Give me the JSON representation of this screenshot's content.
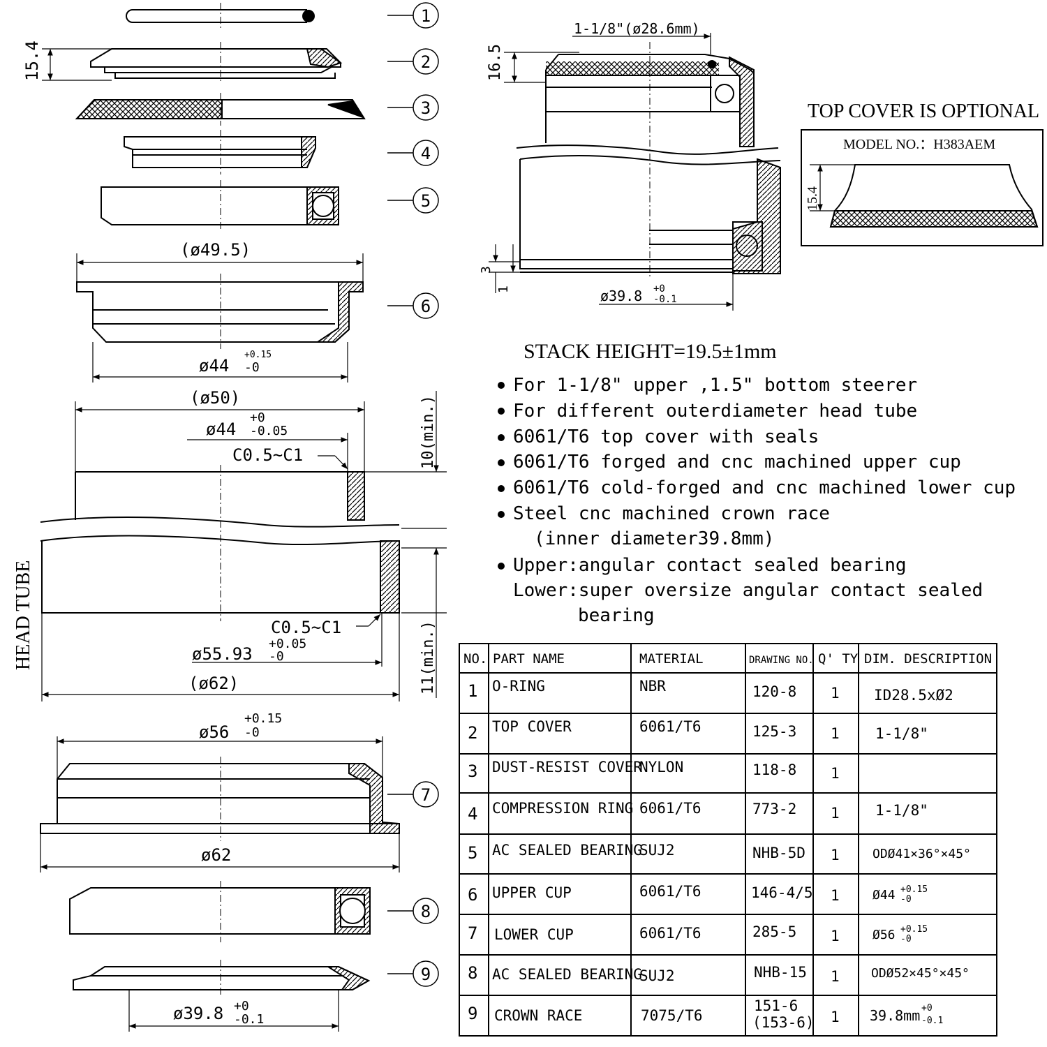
{
  "balloons": [
    "1",
    "2",
    "3",
    "4",
    "5",
    "6",
    "7",
    "8",
    "9"
  ],
  "dims": {
    "top_cover_h": "15.4",
    "upper_cup_od": "(ø49.5)",
    "upper_cup_press": "ø44",
    "upper_cup_tol_up": "+0.15",
    "upper_cup_tol_dn": "-0",
    "head_top_od": "(ø50)",
    "head_top_id": "ø44",
    "head_top_tol_up": "+0",
    "head_top_tol_dn": "-0.05",
    "chamfer": "C0.5~C1",
    "min_top": "10(min.)",
    "min_bottom": "11(min.)",
    "head_bot_id": "ø55.93",
    "head_bot_tol_up": "+0.05",
    "head_bot_tol_dn": "-0",
    "head_bot_od": "(ø62)",
    "head_tube_label": "HEAD TUBE",
    "lower_cup_press": "ø56",
    "lower_cup_tol_up": "+0.15",
    "lower_cup_tol_dn": "-0",
    "lower_cup_od": "ø62",
    "crown_race_id": "ø39.8",
    "crown_race_tol_up": "+0",
    "crown_race_tol_dn": "-0.1",
    "steerer": "1-1/8\"(ø28.6mm)",
    "assembly_h": "16.5",
    "assembly_3": "3",
    "assembly_1": "1",
    "assembly_crown": "ø39.8",
    "assembly_crown_up": "+0",
    "assembly_crown_dn": "-0.1"
  },
  "optional": {
    "title": "TOP COVER IS OPTIONAL",
    "model": "MODEL NO.：H383AEM",
    "height": "15.4"
  },
  "stack_height": "STACK HEIGHT=19.5±1mm",
  "features": [
    "For 1-1/8\" upper ,1.5\" bottom steerer",
    "For different outerdiameter head tube",
    "6061/T6 top cover with seals",
    "6061/T6 forged and cnc machined upper cup",
    "6061/T6 cold-forged and cnc machined lower cup",
    "Steel cnc machined crown race",
    "(inner diameter39.8mm)",
    "Upper:angular contact sealed bearing",
    "Lower:super oversize angular contact sealed",
    "bearing"
  ],
  "table": {
    "headers": [
      "NO.",
      "PART NAME",
      "MATERIAL",
      "DRAWING NO.",
      "Q' TY",
      "DIM. DESCRIPTION"
    ],
    "rows": [
      {
        "no": "1",
        "name": "O-RING",
        "material": "NBR",
        "drawing": "120-8",
        "qty": "1",
        "dim": "ID28.5xØ2"
      },
      {
        "no": "2",
        "name": "TOP COVER",
        "material": "6061/T6",
        "drawing": "125-3",
        "qty": "1",
        "dim": "1-1/8\""
      },
      {
        "no": "3",
        "name": "DUST-RESIST COVER",
        "material": "NYLON",
        "drawing": "118-8",
        "qty": "1",
        "dim": ""
      },
      {
        "no": "4",
        "name": "COMPRESSION RING",
        "material": "6061/T6",
        "drawing": "773-2",
        "qty": "1",
        "dim": "1-1/8\""
      },
      {
        "no": "5",
        "name": "AC SEALED BEARING",
        "material": "SUJ2",
        "drawing": "NHB-5D",
        "qty": "1",
        "dim": "ODØ41×36°×45°"
      },
      {
        "no": "6",
        "name": "UPPER CUP",
        "material": "6061/T6",
        "drawing": "146-4/5",
        "qty": "1",
        "dim": "Ø44",
        "dim_up": "+0.15",
        "dim_dn": "-0"
      },
      {
        "no": "7",
        "name": "LOWER CUP",
        "material": "6061/T6",
        "drawing": "285-5",
        "qty": "1",
        "dim": "Ø56",
        "dim_up": "+0.15",
        "dim_dn": "-0"
      },
      {
        "no": "8",
        "name": "AC SEALED BEARING",
        "material": "SUJ2",
        "drawing": "NHB-15",
        "qty": "1",
        "dim": "ODØ52×45°×45°"
      },
      {
        "no": "9",
        "name": "CROWN RACE",
        "material": "7075/T6",
        "drawing": "151-6",
        "drawing2": "(153-6)",
        "qty": "1",
        "dim": "39.8mm",
        "dim_up": "+0",
        "dim_dn": "-0.1"
      }
    ]
  }
}
